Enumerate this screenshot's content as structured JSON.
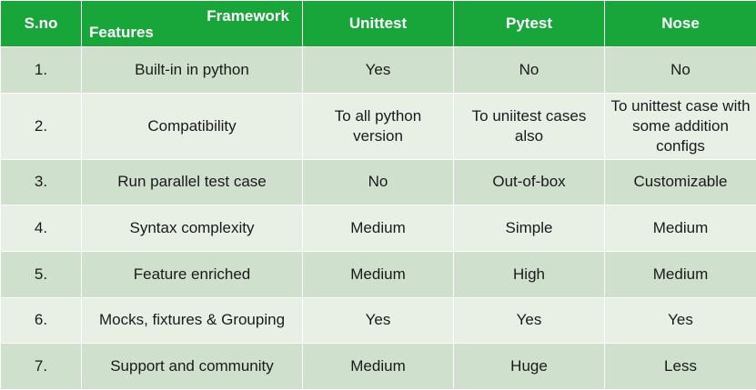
{
  "header": {
    "sno": "S.no",
    "framework": "Framework",
    "features": "Features",
    "unittest": "Unittest",
    "pytest": "Pytest",
    "nose": "Nose"
  },
  "rows": [
    {
      "sno": "1.",
      "feature": "Built-in in python",
      "unittest": "Yes",
      "pytest": "No",
      "nose": "No"
    },
    {
      "sno": "2.",
      "feature": "Compatibility",
      "unittest": "To all python version",
      "pytest": "To uniitest cases also",
      "nose": "To unittest case with some addition configs"
    },
    {
      "sno": "3.",
      "feature": "Run parallel test case",
      "unittest": "No",
      "pytest": "Out-of-box",
      "nose": "Customizable"
    },
    {
      "sno": "4.",
      "feature": "Syntax complexity",
      "unittest": "Medium",
      "pytest": "Simple",
      "nose": "Medium"
    },
    {
      "sno": "5.",
      "feature": "Feature enriched",
      "unittest": "Medium",
      "pytest": "High",
      "nose": "Medium"
    },
    {
      "sno": "6.",
      "feature": "Mocks, fixtures & Grouping",
      "unittest": "Yes",
      "pytest": "Yes",
      "nose": "Yes"
    },
    {
      "sno": "7.",
      "feature": "Support and community",
      "unittest": "Medium",
      "pytest": "Huge",
      "nose": "Less"
    }
  ],
  "colors": {
    "header": "#18a53a",
    "row_dark": "#cfe0cd",
    "row_light": "#e8f0e6"
  }
}
